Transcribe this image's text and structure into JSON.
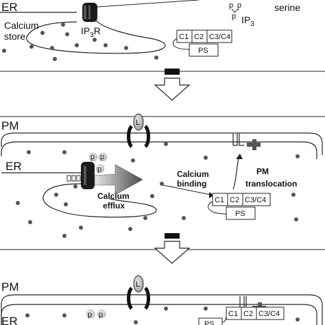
{
  "labels": {
    "panel1": {
      "er": "ER",
      "calcium_store_1": "Calcium",
      "calcium_store_2": "store",
      "ip3r_main": "IP",
      "ip3r_sub": "3",
      "ip3r_tail": "R",
      "p_glyph": "p",
      "ip3_main": "IP",
      "ip3_sub": "3",
      "serine": "serine"
    },
    "panel2": {
      "pm": "PM",
      "er": "ER",
      "p_glyph": "p",
      "calcium_efflux_1": "Calcium",
      "calcium_efflux_2": "efflux",
      "calcium_binding_1": "Calcium",
      "calcium_binding_2": "binding",
      "pm_translocation_1": "PM",
      "pm_translocation_2": "translocation"
    },
    "panel3": {
      "pm": "PM",
      "er": "ER",
      "p_glyph": "p"
    },
    "ligand": "L",
    "pkc": {
      "c1": "C1",
      "c2": "C2",
      "c3c4": "C3/C4",
      "ps": "PS"
    }
  },
  "colors": {
    "ink": "#111111",
    "dot": "#555555",
    "channel": "#1a1a1a",
    "ligand_fill": "#c8c8c8",
    "arrow_grad_start": "#d8d8d8",
    "arrow_grad_end": "#555555"
  }
}
